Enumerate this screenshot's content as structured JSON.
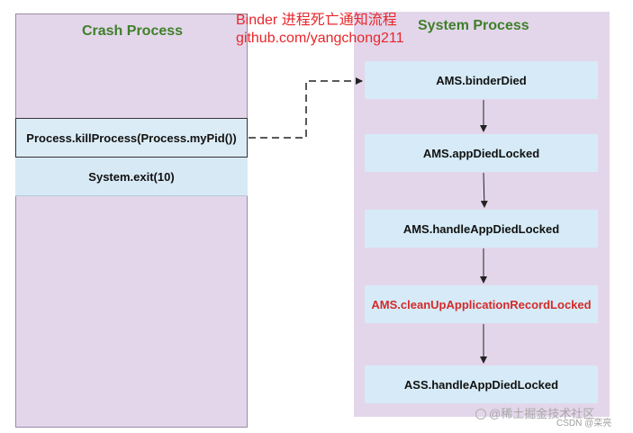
{
  "annotation": {
    "line1": "Binder 进程死亡通知流程",
    "line2": "github.com/yangchong211"
  },
  "crash_process": {
    "title": "Crash Process",
    "steps": [
      "Process.killProcess(Process.myPid())",
      "System.exit(10)"
    ]
  },
  "system_process": {
    "title": "System Process",
    "steps": [
      "AMS.binderDied",
      "AMS.appDiedLocked",
      "AMS.handleAppDiedLocked",
      "AMS.cleanUpApplicationRecordLocked",
      "ASS.handleAppDiedLocked"
    ]
  },
  "watermark": {
    "text": "@稀土掘金技术社区",
    "csdn": "CSDN @栾亮"
  },
  "colors": {
    "lane_fill": "#e3d6ea",
    "box_fill": "#d6ebf7",
    "title_green": "#3f7f2a",
    "annotation_red": "#e8262a",
    "highlight_red": "#d42a2a"
  }
}
